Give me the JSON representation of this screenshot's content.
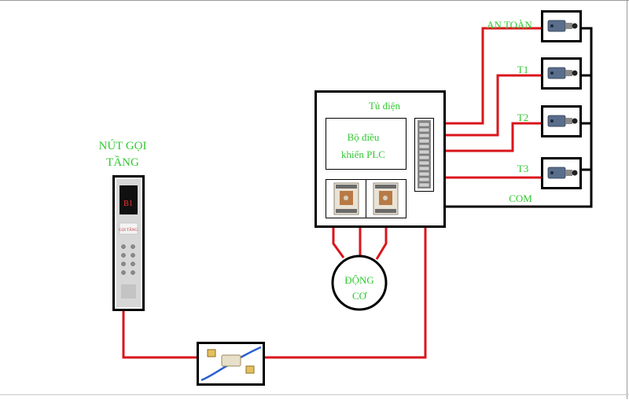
{
  "colors": {
    "wire": "#d9161c",
    "wire_dark": "#000000",
    "label": "#32c832",
    "box": "#000000",
    "bg": "#ffffff"
  },
  "labels": {
    "call_panel": [
      "NÚT GỌI",
      "TẦNG"
    ],
    "cabinet": "Tủ điện",
    "plc": [
      "Bộ điều",
      "khiển PLC"
    ],
    "motor": [
      "ĐỘNG",
      "CƠ"
    ],
    "safety": "AN TOÀN",
    "t1": "T1",
    "t2": "T2",
    "t3": "T3",
    "com": "COM"
  },
  "call_panel": {
    "display_text": "B1",
    "label_plate": "GỌI TẦNG"
  },
  "icons": {
    "sensors": [
      "limit-switch-icon",
      "limit-switch-icon",
      "limit-switch-icon",
      "limit-switch-icon"
    ],
    "contactors": [
      "contactor-icon",
      "contactor-icon"
    ],
    "connector": "rj45-coupler-icon",
    "terminal": "terminal-block-icon"
  }
}
